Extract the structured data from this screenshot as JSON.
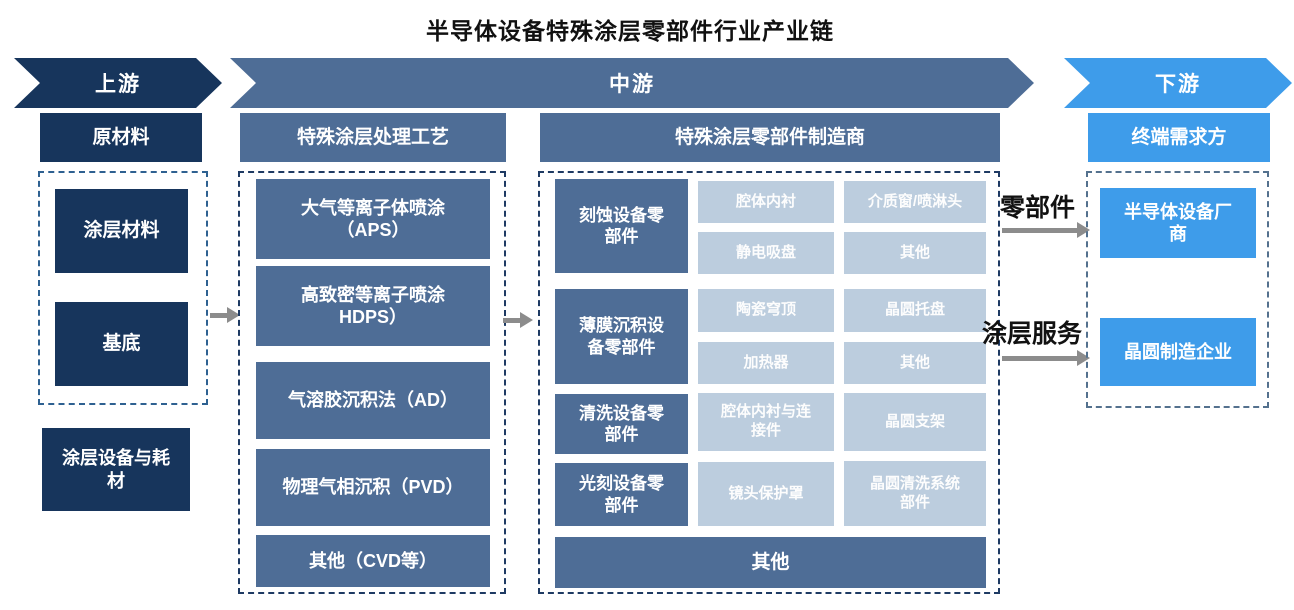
{
  "title": "半导体设备特殊涂层零部件行业产业链",
  "stages": {
    "upstream": "上游",
    "midstream": "中游",
    "downstream": "下游"
  },
  "upstream": {
    "header": "原材料",
    "materials": [
      "涂层材料",
      "基底"
    ],
    "equipment_box": "涂层设备与耗\n材"
  },
  "process": {
    "header": "特殊涂层处理工艺",
    "items": [
      "大气等离子体喷涂\n（APS）",
      "高致密等离子喷涂\nHDPS）",
      "气溶胶沉积法（AD）",
      "物理气相沉积（PVD）",
      "其他（CVD等）"
    ]
  },
  "manufacturers": {
    "header": "特殊涂层零部件制造商",
    "rows": [
      {
        "label": "刻蚀设备零\n部件",
        "parts": [
          "腔体内衬",
          "介质窗/喷淋头",
          "静电吸盘",
          "其他"
        ]
      },
      {
        "label": "薄膜沉积设\n备零部件",
        "parts": [
          "陶瓷穹顶",
          "晶圆托盘",
          "加热器",
          "其他"
        ]
      },
      {
        "label": "清洗设备零\n部件",
        "parts": [
          "腔体内衬与连\n接件",
          "晶圆支架"
        ]
      },
      {
        "label": "光刻设备零\n部件",
        "parts": [
          "镜头保护罩",
          "晶圆清洗系统\n部件"
        ]
      }
    ],
    "footer": "其他"
  },
  "flows": {
    "parts_label": "零部件",
    "coating_label": "涂层服务"
  },
  "downstream": {
    "header": "终端需求方",
    "customers": [
      "半导体设备厂\n商",
      "晶圆制造企业"
    ]
  },
  "colors": {
    "navy": "#17355C",
    "slate": "#4E6D96",
    "light_blue": "#BCCDDE",
    "bright_blue": "#3E9CEA",
    "arrow_gray": "#8C8C8C"
  }
}
